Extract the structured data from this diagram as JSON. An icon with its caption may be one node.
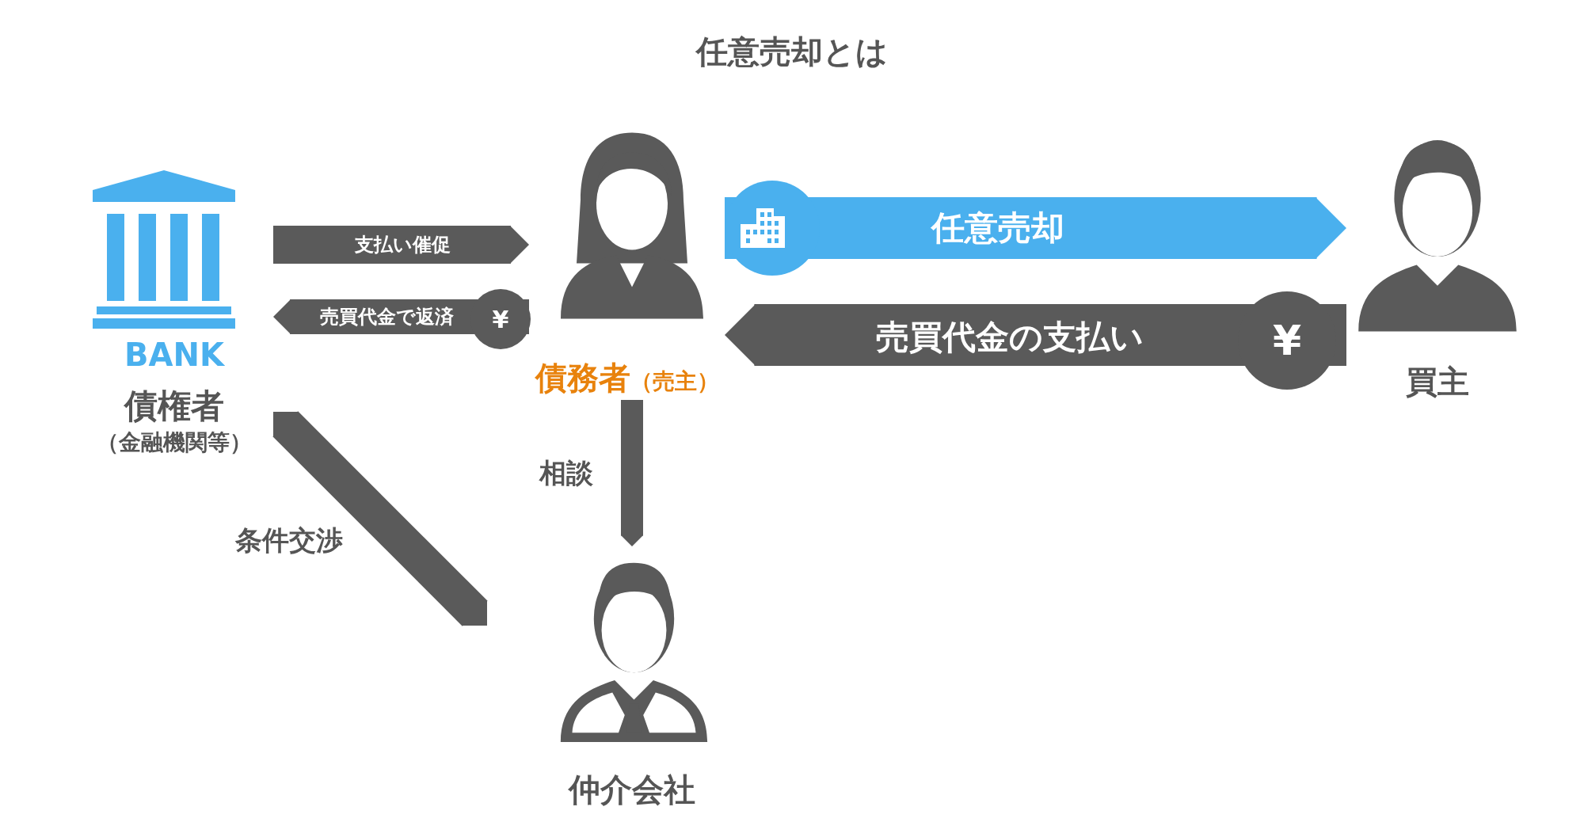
{
  "diagram": {
    "title": "任意売却とは",
    "nodes": [
      {
        "text": [
          "BANK",
          "債権者",
          "（金融機関等）"
        ]
      },
      {
        "text": [
          "債務者",
          "（売主）"
        ]
      },
      {
        "text": [
          "買主"
        ]
      },
      {
        "text": [
          "仲介会社"
        ]
      }
    ],
    "edges": [
      {
        "from": 0,
        "to": 1,
        "arrow": "to",
        "label": "支払い催促"
      },
      {
        "from": 1,
        "to": 0,
        "arrow": "to",
        "label": "売買代金で返済"
      },
      {
        "from": 1,
        "to": 2,
        "arrow": "to",
        "label": "任意売却",
        "color": "#4ab0ee"
      },
      {
        "from": 2,
        "to": 1,
        "arrow": "to",
        "label": "売買代金の支払い"
      },
      {
        "from": 1,
        "to": 3,
        "arrow": "to",
        "label": "相談"
      },
      {
        "from": 0,
        "to": 3,
        "arrow": "both",
        "label": "条件交渉"
      }
    ],
    "labels": [
      "¥",
      "¥"
    ]
  }
}
